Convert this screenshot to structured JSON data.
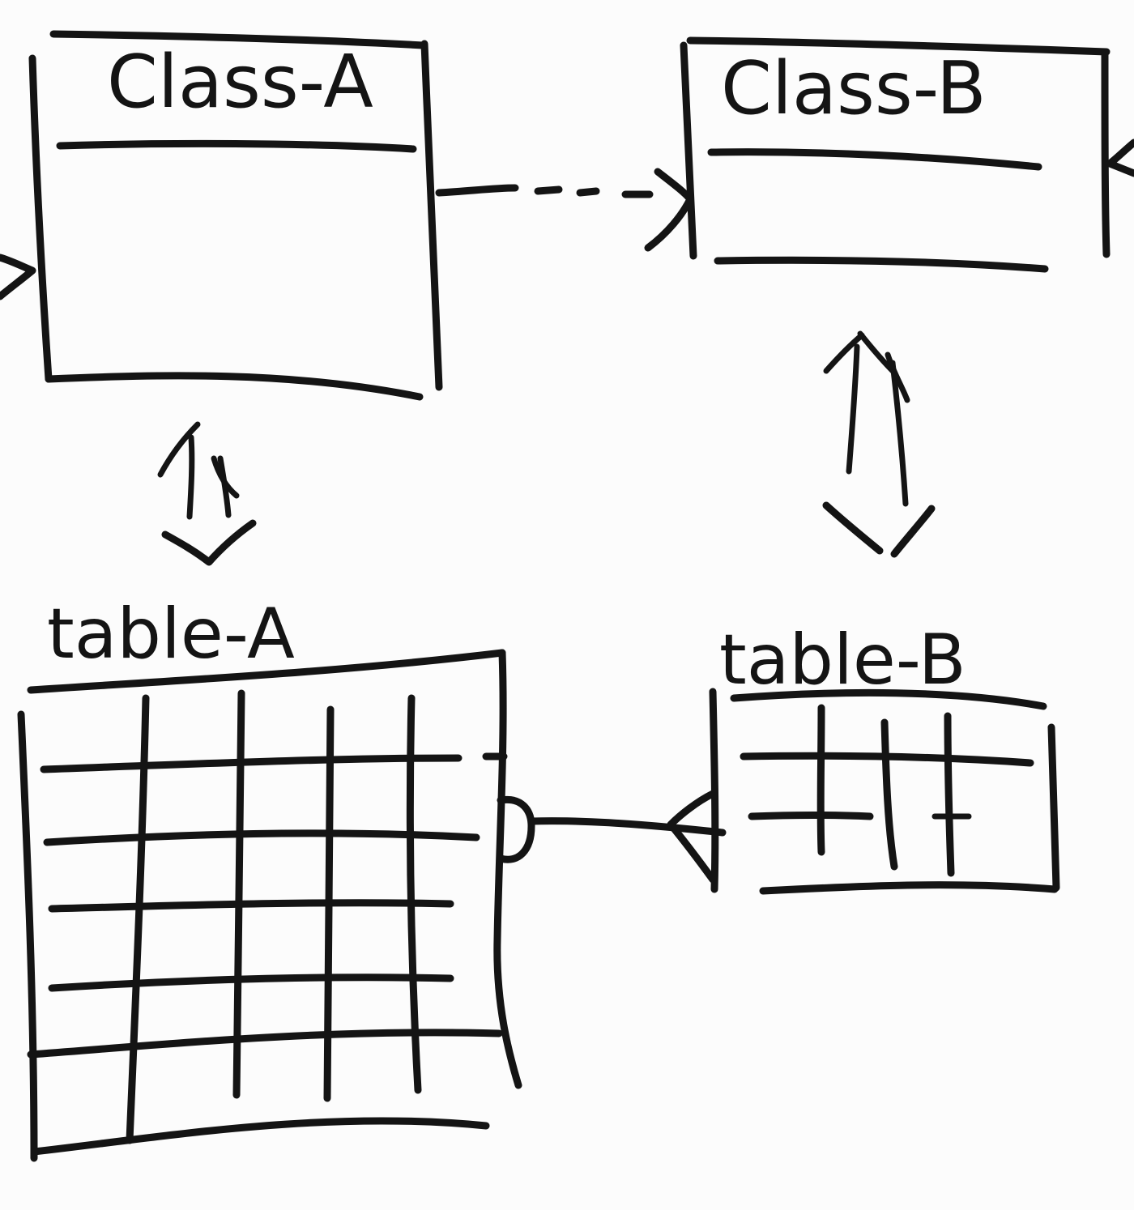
{
  "diagram": {
    "class_a": {
      "name": "Class-A"
    },
    "class_b": {
      "name": "Class-B"
    },
    "table_a": {
      "name": "table-A"
    },
    "table_b": {
      "name": "table-B"
    }
  },
  "colors": {
    "ink": "#141414",
    "paper": "#fcfcfc"
  }
}
